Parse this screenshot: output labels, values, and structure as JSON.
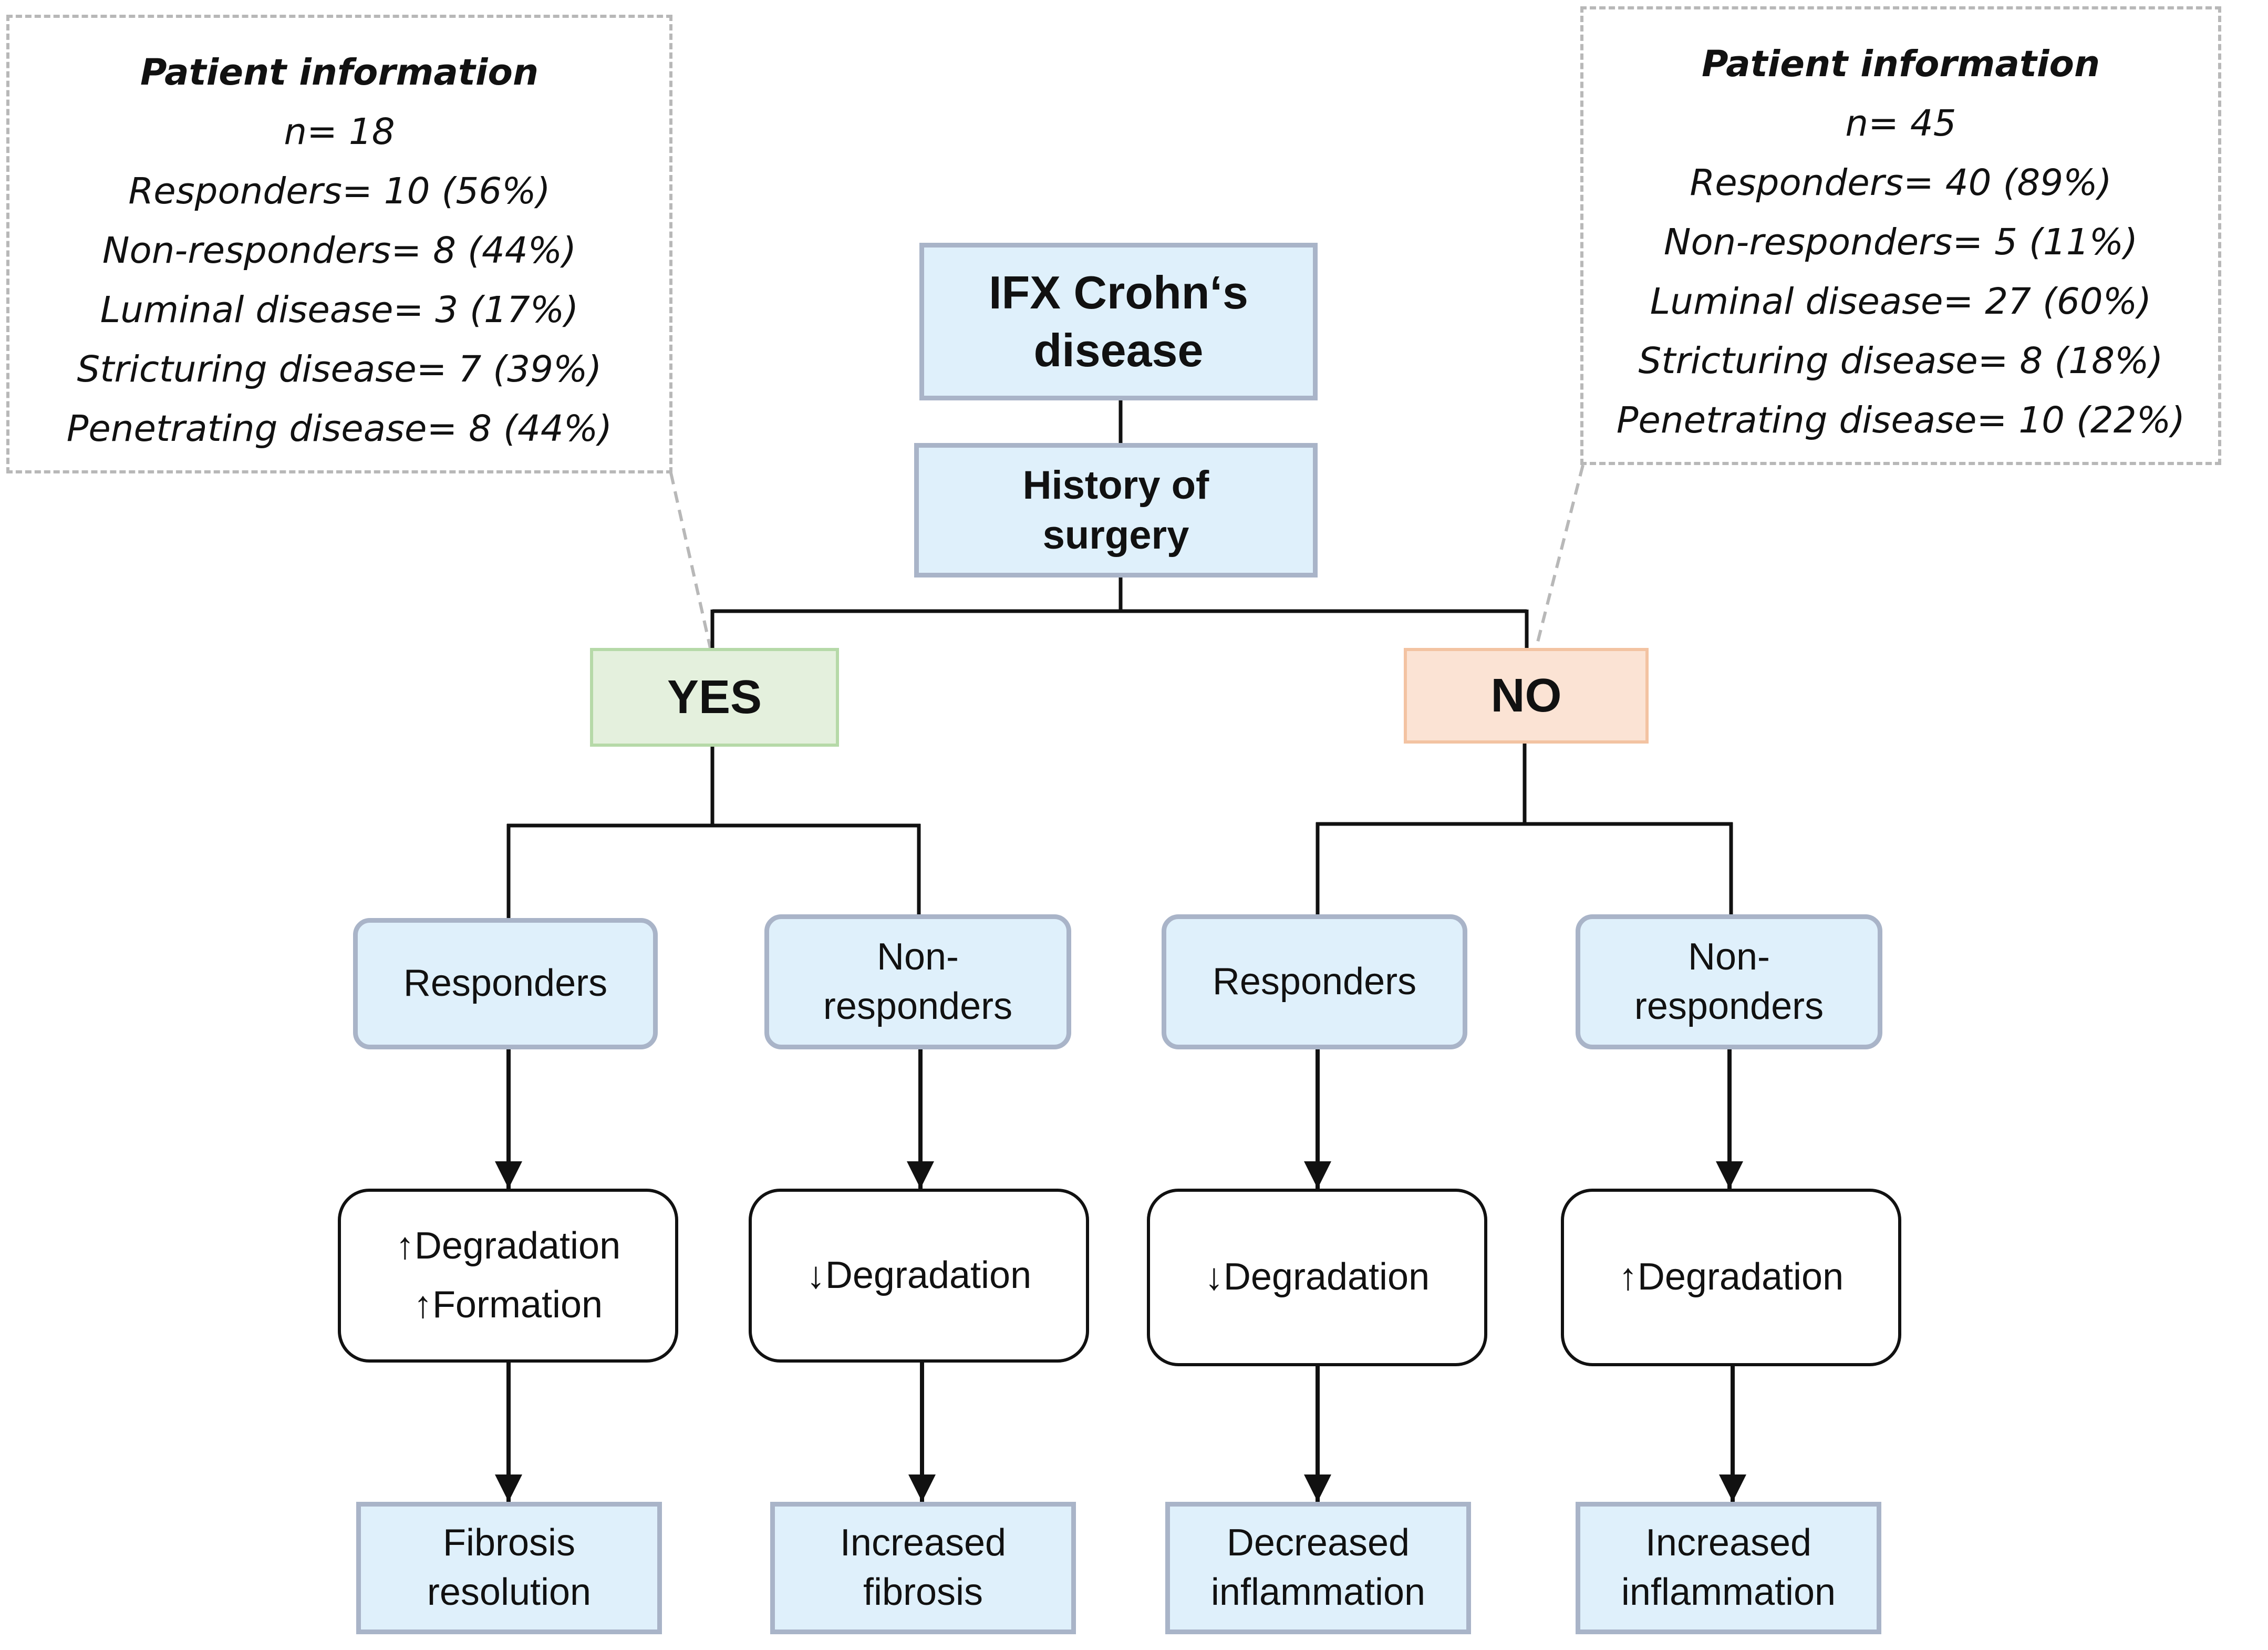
{
  "root": {
    "line1": "IFX Crohn‘s",
    "line2": "disease"
  },
  "decision": {
    "line1": "History of",
    "line2": "surgery"
  },
  "branches": {
    "yes": {
      "label": "YES",
      "color": "#e4f0dd"
    },
    "no": {
      "label": "NO",
      "color": "#fbe3d4"
    }
  },
  "patient_info": {
    "yes": {
      "title": "Patient information",
      "lines": [
        "n= 18",
        "Responders= 10 (56%)",
        "Non-responders= 8 (44%)",
        "Luminal disease= 3 (17%)",
        "Stricturing disease= 7 (39%)",
        "Penetrating disease= 8 (44%)"
      ]
    },
    "no": {
      "title": "Patient information",
      "lines": [
        "n= 45",
        "Responders= 40 (89%)",
        "Non-responders= 5 (11%)",
        "Luminal disease= 27 (60%)",
        "Stricturing disease= 8 (18%)",
        "Penetrating disease= 10 (22%)"
      ]
    }
  },
  "columns": [
    {
      "group": [
        "Responders"
      ],
      "mechanism": [
        "↑Degradation",
        "↑Formation"
      ],
      "outcome": [
        "Fibrosis",
        "resolution"
      ]
    },
    {
      "group": [
        "Non-",
        "responders"
      ],
      "mechanism": [
        "↓Degradation"
      ],
      "outcome": [
        "Increased",
        "fibrosis"
      ]
    },
    {
      "group": [
        "Responders"
      ],
      "mechanism": [
        "↓Degradation"
      ],
      "outcome": [
        "Decreased",
        "inflammation"
      ]
    },
    {
      "group": [
        "Non-",
        "responders"
      ],
      "mechanism": [
        "↑Degradation"
      ],
      "outcome": [
        "Increased",
        "inflammation"
      ]
    }
  ]
}
